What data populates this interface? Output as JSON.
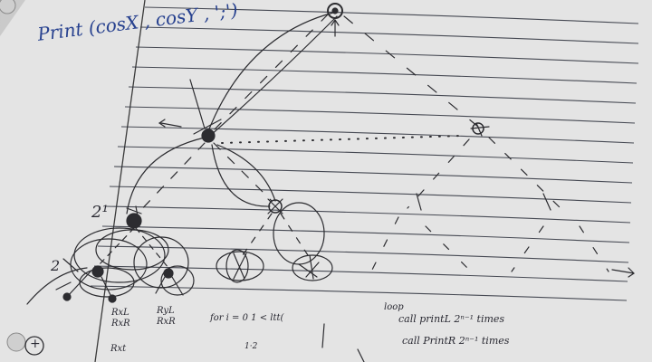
{
  "colors": {
    "paper": "#e3e3e3",
    "rule_line": "#2b2f3a",
    "margin_line": "#3a3a3a",
    "pencil": "#2c2c30",
    "blue_ink": "#27418f"
  },
  "notes": {
    "print_call": "Print (cosX , cosY , ';')",
    "two_power_one": "2¹",
    "two_left": "2",
    "label_rxl": "RxL",
    "label_ryl": "RyL",
    "label_rxr_1": "RxR",
    "label_rxr_2": "RxR",
    "label_rxt": "Rxt",
    "loop_header": "for i = 0 1 < ltt(",
    "loop_sub": "1·2",
    "loop_label": "loop",
    "call_1": "call printL 2ⁿ⁻¹ times",
    "call_2": "call PrintR 2ⁿ⁻¹ times",
    "circled_plus": "+"
  }
}
